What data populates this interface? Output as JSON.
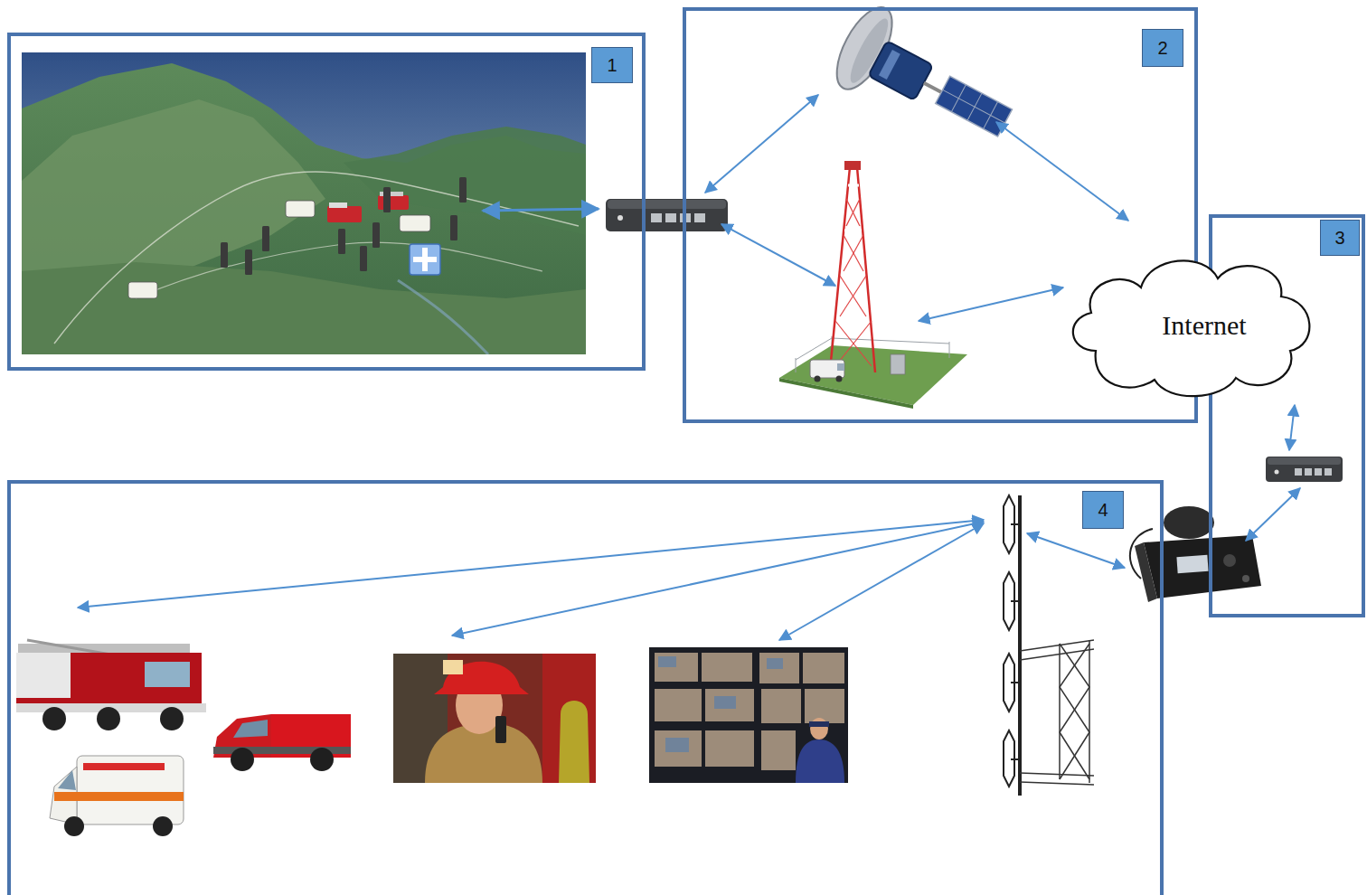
{
  "diagram": {
    "nodes": [
      {
        "text": [
          "1"
        ]
      },
      {
        "text": [
          "2"
        ]
      },
      {
        "text": [
          "Internet"
        ]
      },
      {
        "text": [
          "3"
        ]
      },
      {
        "text": [
          "4"
        ]
      }
    ]
  }
}
